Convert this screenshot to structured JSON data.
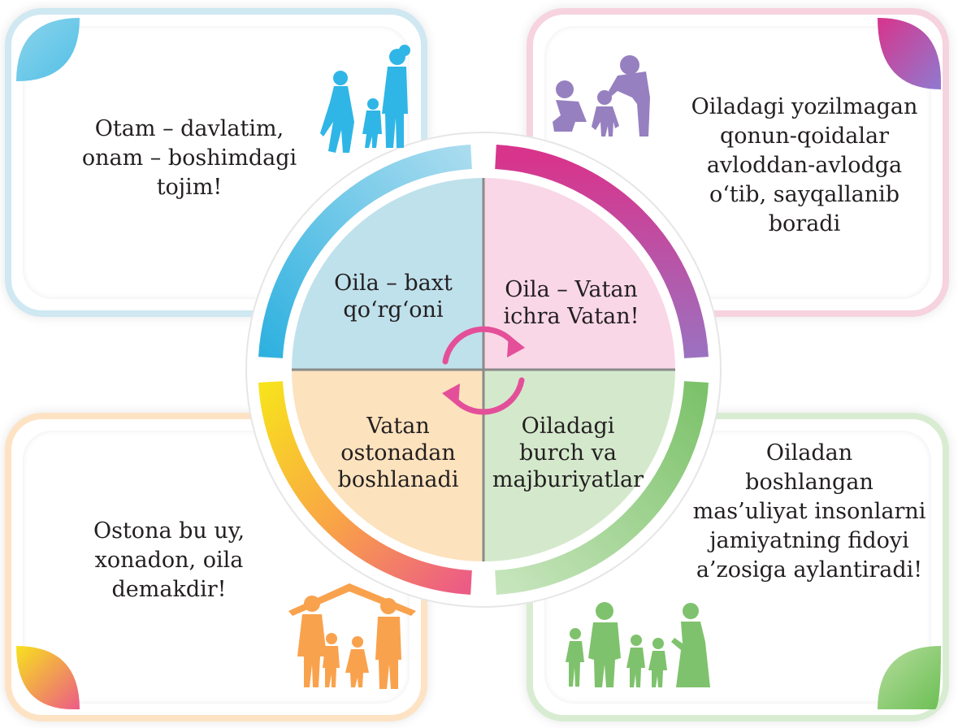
{
  "colors": {
    "blue": "#3fb8e3",
    "magenta": "#d8348c",
    "purple": "#9b6fb9",
    "yellow": "#f7e21d",
    "pink": "#ec5b86",
    "green": "#85c774",
    "q1_fill": "#bfe1ec",
    "q2_fill": "#f9d7e6",
    "q3_fill": "#fce2bd",
    "q4_fill": "#d4e9cc",
    "arrow": "#e44f9a"
  },
  "icons": {
    "top_left": "family-walking-icon",
    "top_right": "parent-helping-child-icon",
    "bottom_left": "family-under-roof-icon",
    "bottom_right": "family-with-children-icon"
  },
  "quotes": {
    "top_left": [
      "Otam – davlatim,",
      "onam – boshimdagi",
      "tojim!"
    ],
    "top_right": [
      "Oiladagi yozilmagan",
      "qonun-qoidalar",
      "avloddan-avlodga",
      "o‘tib, sayqallanib",
      "boradi"
    ],
    "bottom_left": [
      "Ostona bu uy,",
      "xonadon, oila",
      "demakdir!"
    ],
    "bottom_right": [
      "Oiladan",
      "boshlangan",
      "mas’uliyat insonlarni",
      "jamiyatning fidoyi",
      "a’zosiga aylantiradi!"
    ]
  },
  "circle": {
    "q1": [
      "Oila – baxt",
      "qo‘rg‘oni"
    ],
    "q2": [
      "Oila – Vatan",
      "ichra Vatan!"
    ],
    "q3": [
      "Vatan",
      "ostonadan",
      "boshlanadi"
    ],
    "q4": [
      "Oiladagi",
      "burch va",
      "majburiyatlar"
    ]
  }
}
